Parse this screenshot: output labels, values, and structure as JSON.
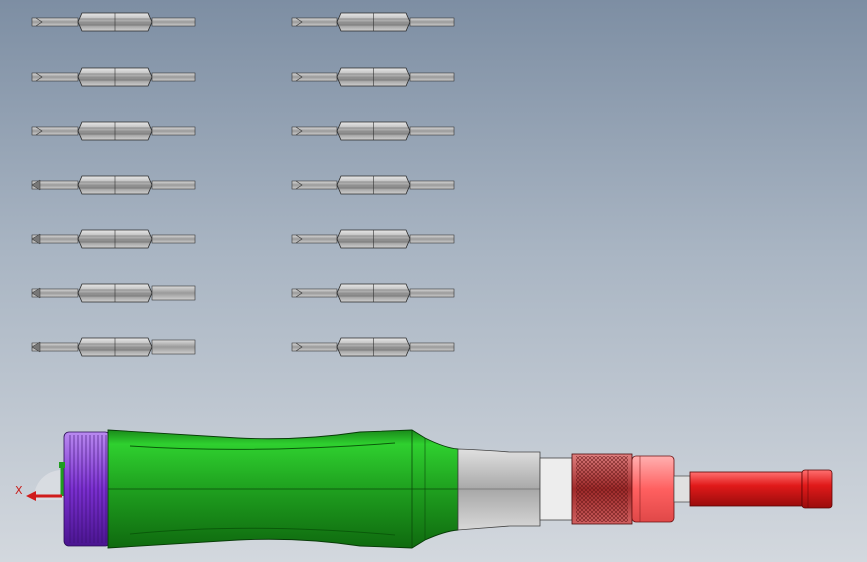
{
  "viewport": {
    "background_top": "#7d8ea3",
    "background_bottom": "#d3d8de"
  },
  "bits": {
    "count": 14,
    "columns": 2,
    "rows": 7,
    "color": "#a5a5a5"
  },
  "screwdriver": {
    "cap_color": "#7b2fd0",
    "handle_color": "#1fa01f",
    "ferrule_color": "#b7b7b7",
    "knurl_color": "#b03030",
    "collar_color": "#ff6f6f",
    "shaft_color": "#e11a1a"
  },
  "triad": {
    "x_label": "X",
    "x_color": "#d01c1c",
    "y_color": "#1f9d1f"
  }
}
